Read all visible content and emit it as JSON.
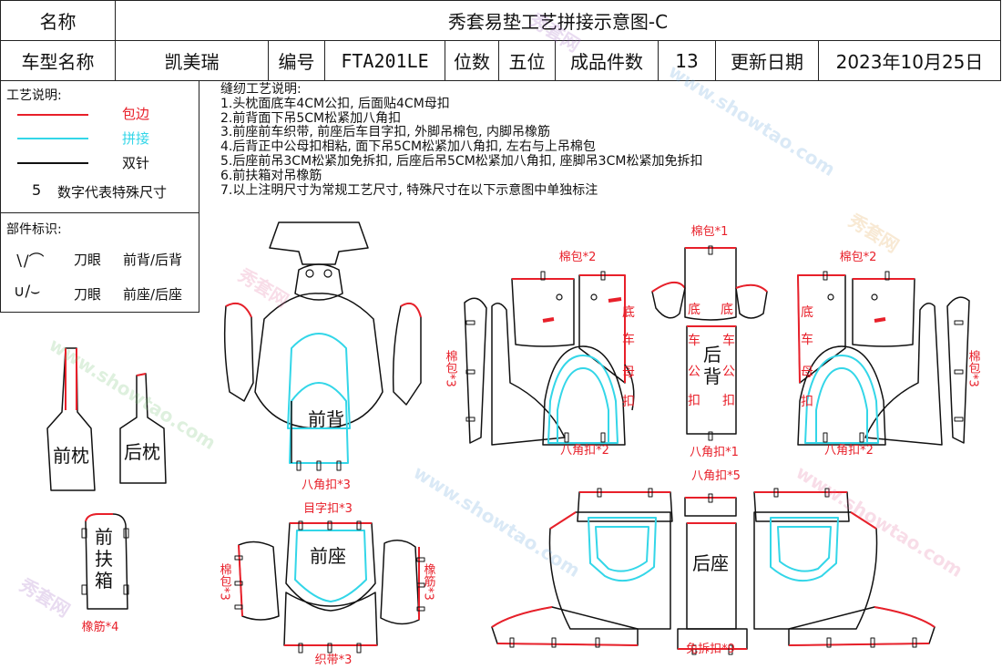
{
  "header": {
    "name_label": "名称",
    "title": "秀套易垫工艺拼接示意图-C",
    "car_model_label": "车型名称",
    "car_model": "凯美瑞",
    "code_label": "编号",
    "code": "FTA201LE",
    "seats_label": "位数",
    "seats": "五位",
    "pieces_label": "成品件数",
    "pieces": "13",
    "update_label": "更新日期",
    "update_date": "2023年10月25日"
  },
  "process_legend": {
    "title": "工艺说明:",
    "items": [
      {
        "label": "包边",
        "color": "#e8202a"
      },
      {
        "label": "拼接",
        "color": "#33d6e8"
      },
      {
        "label": "双针",
        "color": "#111111"
      }
    ],
    "number_sample": "5",
    "number_note": "数字代表特殊尺寸"
  },
  "parts_legend": {
    "title": "部件标识:",
    "rows": [
      {
        "symbols": "∖/⌒",
        "suffix": "刀眼",
        "meaning": "前背/后背"
      },
      {
        "symbols": "∪/⌣",
        "suffix": "刀眼",
        "meaning": "前座/后座"
      }
    ]
  },
  "sewing_notes": {
    "title": "缝纫工艺说明:",
    "lines": [
      "1.头枕面底车4CM公扣, 后面贴4CM母扣",
      "2.前背面下吊5CM松紧加八角扣",
      "3.前座前车织带, 前座后车目字扣, 外脚吊棉包, 内脚吊橡筋",
      "4.后背正中公母扣相粘, 面下吊5CM松紧加八角扣, 左右与上吊棉包",
      "5.后座前吊3CM松紧加免拆扣, 后座后吊5CM松紧加八角扣, 座脚吊3CM松紧加免拆扣",
      "6.前扶箱对吊橡筋",
      "7.以上注明尺寸为常规工艺尺寸, 特殊尺寸在以下示意图中单独标注"
    ]
  },
  "diagram": {
    "front_back": {
      "label": "前背",
      "annotation": "八角扣*3"
    },
    "front_headrest": {
      "label": "前枕"
    },
    "rear_headrest": {
      "label": "后枕"
    },
    "armrest": {
      "label_chars": [
        "前",
        "扶",
        "箱"
      ],
      "annotation": "橡筋*4"
    },
    "front_seat": {
      "label": "前座",
      "top": "目字扣*3",
      "left": "棉包*3",
      "right": "橡筋*3",
      "bottom": "织带*3"
    },
    "rear_back_left": {
      "top": "棉包*2",
      "side": "棉包*3",
      "bottom": "八角扣*2",
      "vertical_chars": [
        "底",
        "车",
        "母",
        "扣"
      ]
    },
    "rear_back_center": {
      "top": "棉包*1",
      "label_chars": [
        "后",
        "背"
      ],
      "left_chars": [
        "车",
        "公",
        "扣"
      ],
      "right_chars": [
        "车",
        "公",
        "扣"
      ],
      "di_left": "底",
      "di_right": "底",
      "bottom": "八角扣*1"
    },
    "rear_back_right": {
      "top": "棉包*2",
      "side": "棉包*3",
      "bottom": "八角扣*2",
      "vertical_chars": [
        "底",
        "车",
        "母",
        "扣"
      ]
    },
    "rear_seat": {
      "label": "后座",
      "top": "八角扣*5",
      "bottom": "免拆扣*9"
    }
  },
  "watermark": {
    "cn": "秀套网",
    "url": "www.showtao.com"
  },
  "colors": {
    "binding": "#e8202a",
    "splice": "#33d6e8",
    "double_needle": "#111111"
  }
}
